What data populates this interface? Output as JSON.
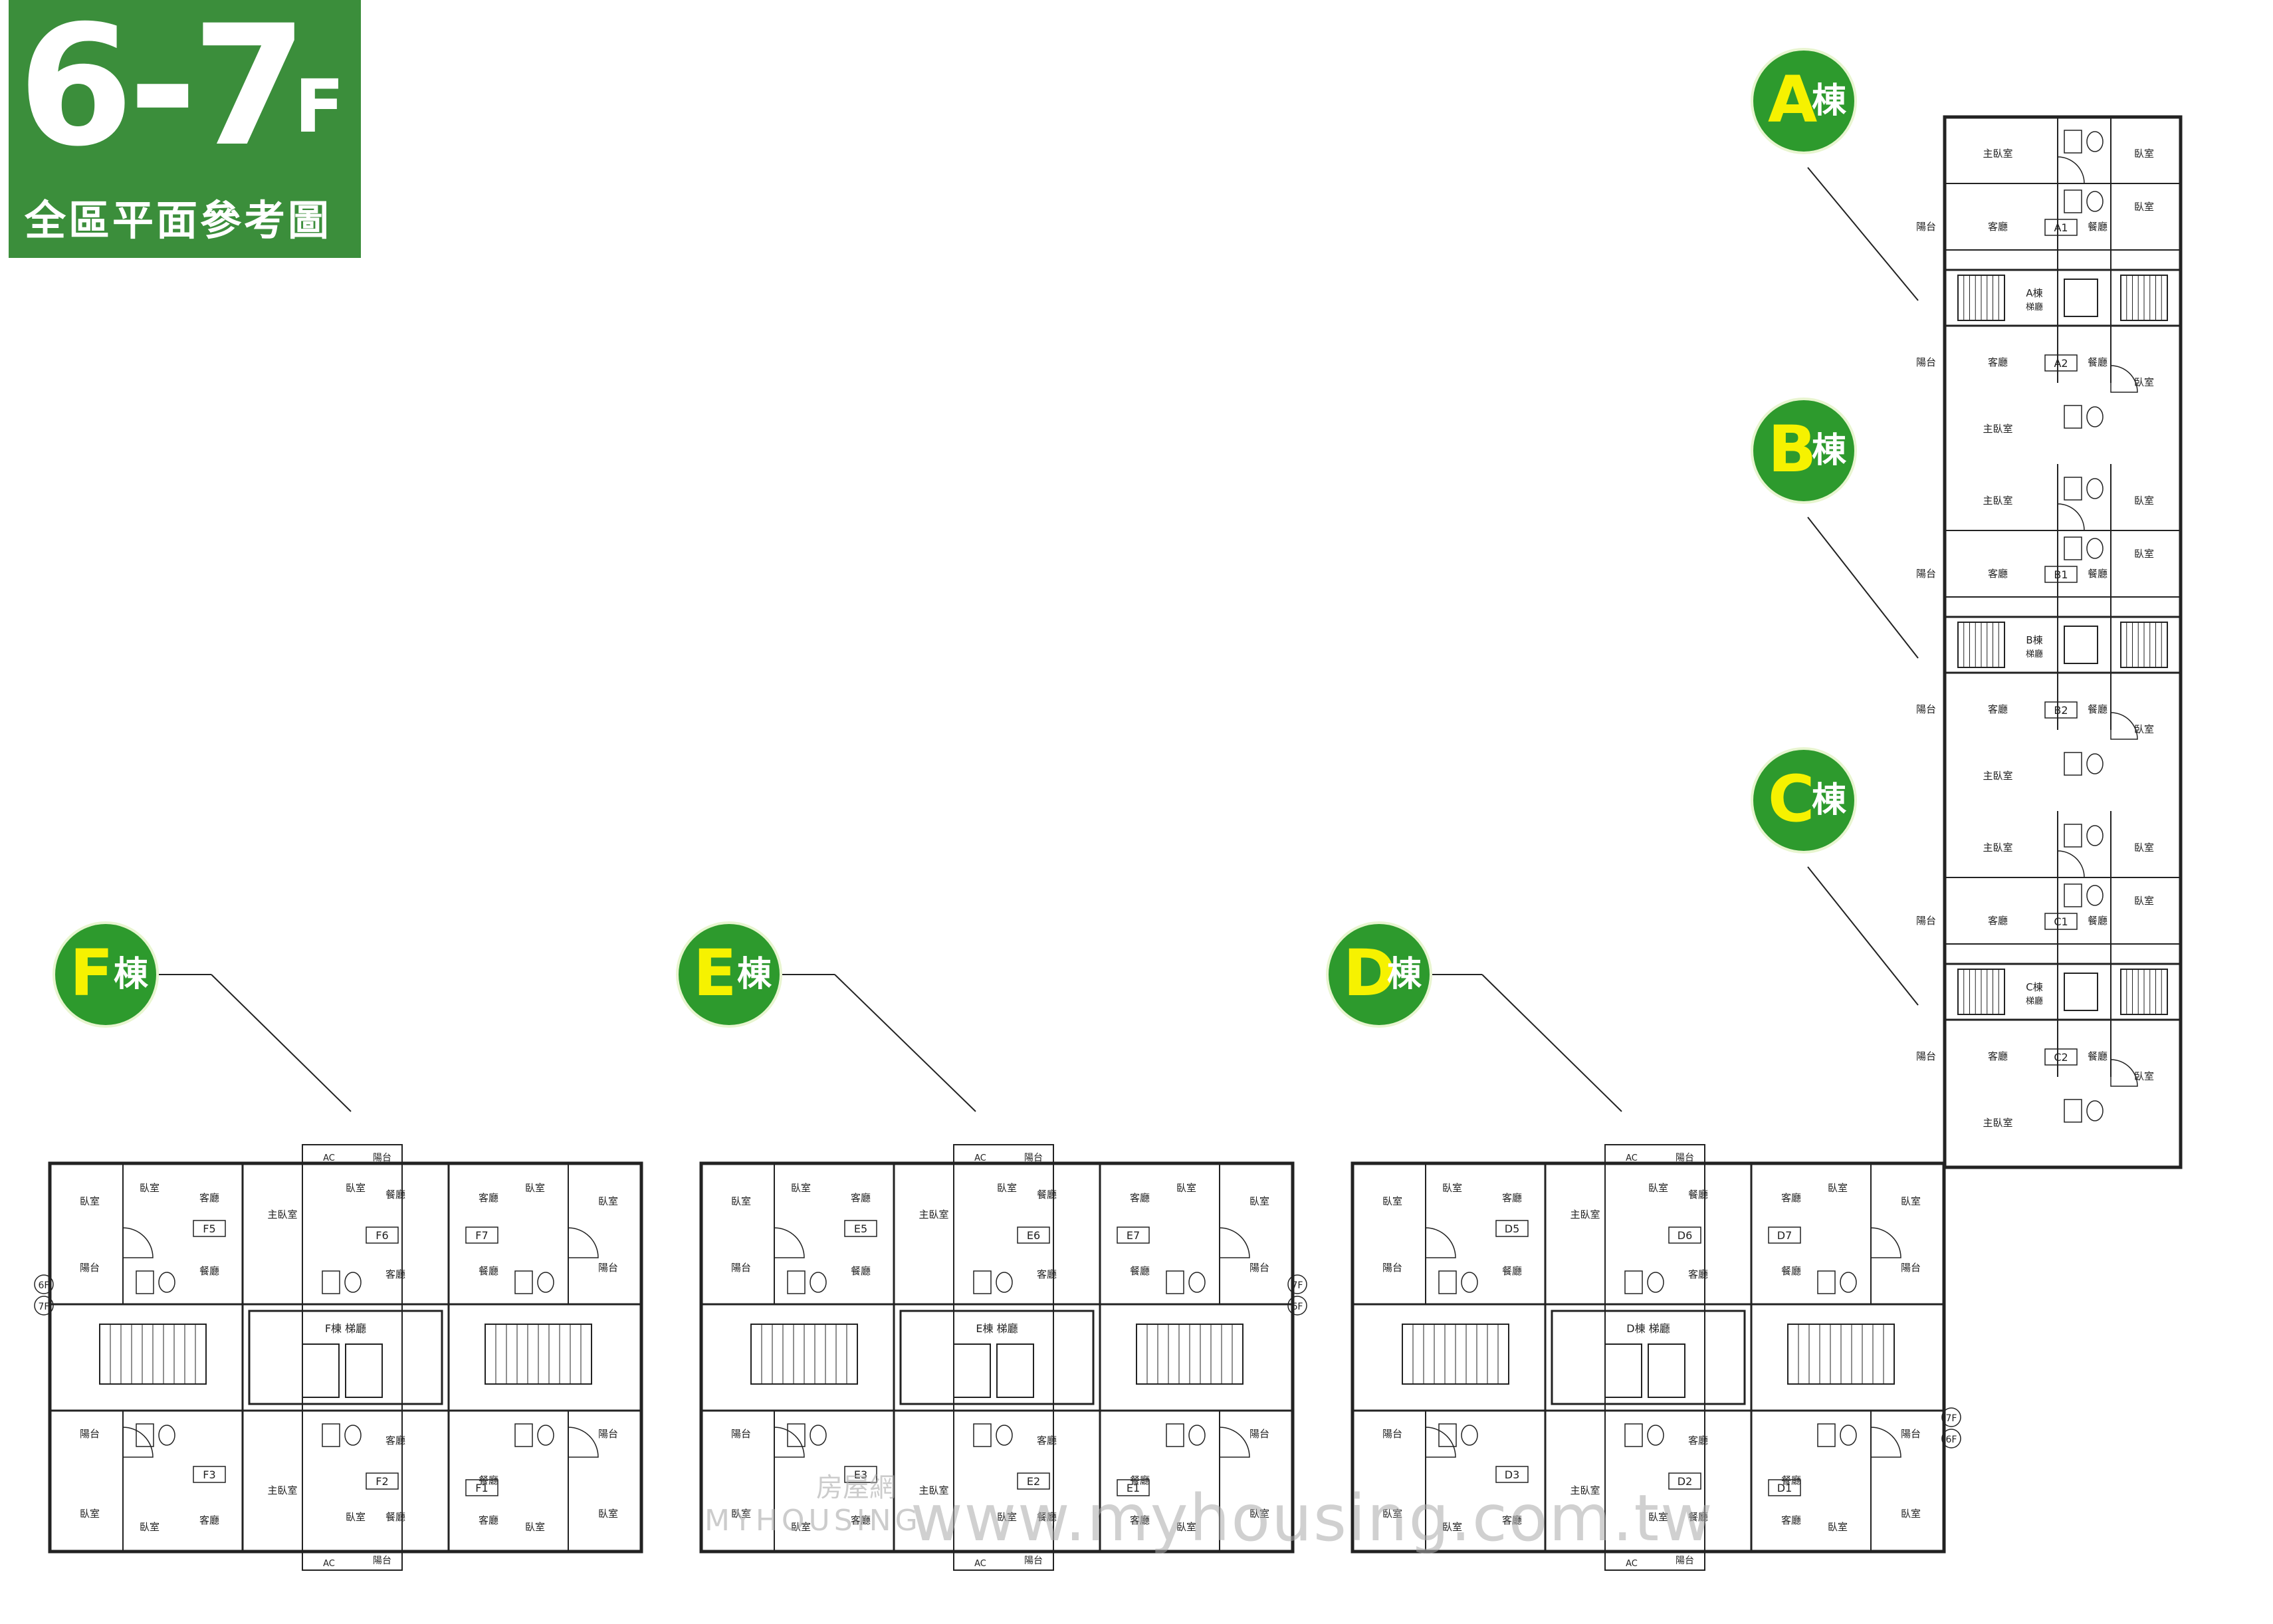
{
  "header": {
    "floor": "6-7",
    "floor_unit": "F",
    "subtitle": "全區平面參考圖"
  },
  "colors": {
    "header_bg": "#3b8e3b",
    "badge_bg": "#2d9a2d",
    "badge_letter": "#f6f200",
    "line": "#222222"
  },
  "buildings": [
    {
      "letter": "A",
      "dong": "棟",
      "core_label": "A棟",
      "units": [
        "A1",
        "A2"
      ]
    },
    {
      "letter": "B",
      "dong": "棟",
      "core_label": "B棟",
      "units": [
        "B1",
        "B2"
      ]
    },
    {
      "letter": "C",
      "dong": "棟",
      "core_label": "C棟",
      "units": [
        "C1",
        "C2"
      ]
    },
    {
      "letter": "D",
      "dong": "棟",
      "core_label": "D棟",
      "units": [
        "D5",
        "D6",
        "D7",
        "D3",
        "D2",
        "D1"
      ]
    },
    {
      "letter": "E",
      "dong": "棟",
      "core_label": "E棟",
      "units": [
        "E5",
        "E6",
        "E7",
        "E3",
        "E2",
        "E1"
      ]
    },
    {
      "letter": "F",
      "dong": "棟",
      "core_label": "F棟",
      "units": [
        "F5",
        "F6",
        "F7",
        "F3",
        "F2",
        "F1"
      ]
    }
  ],
  "room_labels": {
    "bedroom": "臥室",
    "master": "主臥室",
    "living": "客廳",
    "dining": "餐廳",
    "balcony": "陽台",
    "stairs": "梯廳",
    "ac": "AC"
  },
  "floor_marks": [
    "6F",
    "7F"
  ],
  "watermark": {
    "url": "www.myhousing.com.tw",
    "cn": "房屋網",
    "en": "MYHOUSING"
  }
}
